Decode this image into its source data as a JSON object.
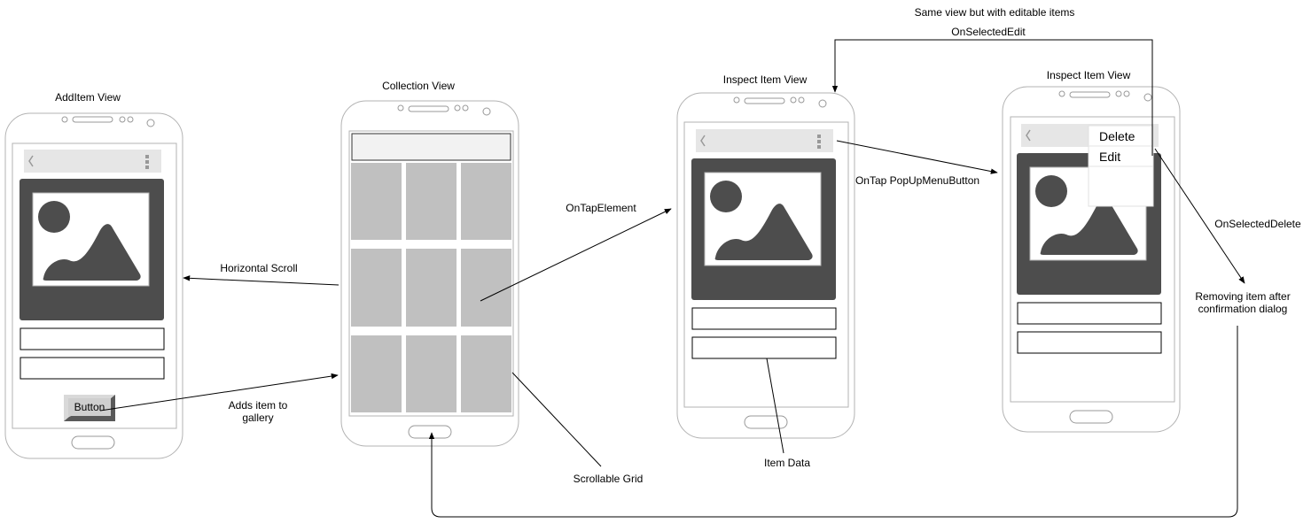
{
  "views": {
    "add_item": {
      "title": "AddItem View",
      "button_label": "Button"
    },
    "collection": {
      "title": "Collection View"
    },
    "inspect_1": {
      "title": "Inspect Item View"
    },
    "inspect_2": {
      "title": "Inspect Item View",
      "menu": {
        "items": [
          "Delete",
          "Edit"
        ]
      }
    }
  },
  "annotations": {
    "horizontal_scroll": "Horizontal Scroll",
    "adds_item": "Adds item to gallery",
    "on_tap_element": "OnTapElement",
    "scrollable_grid": "Scrollable Grid",
    "on_tap_popup": "OnTap PopUpMenuButton",
    "item_data": "Item Data",
    "same_view": "Same view but with editable items",
    "on_selected_edit": "OnSelectedEdit",
    "on_selected_delete": "OnSelectedDelete",
    "removing_item": "Removing item after confirmation dialog"
  },
  "icons": {
    "back": "chevron-left-icon",
    "overflow": "overflow-menu-icon",
    "image": "image-placeholder-icon"
  },
  "colors": {
    "stroke": "#000000",
    "phone_outline": "#b3b3b3",
    "toolbar": "#e6e6e6",
    "image_bg": "#4d4d4d",
    "grid_cell": "#c0c0c0"
  }
}
